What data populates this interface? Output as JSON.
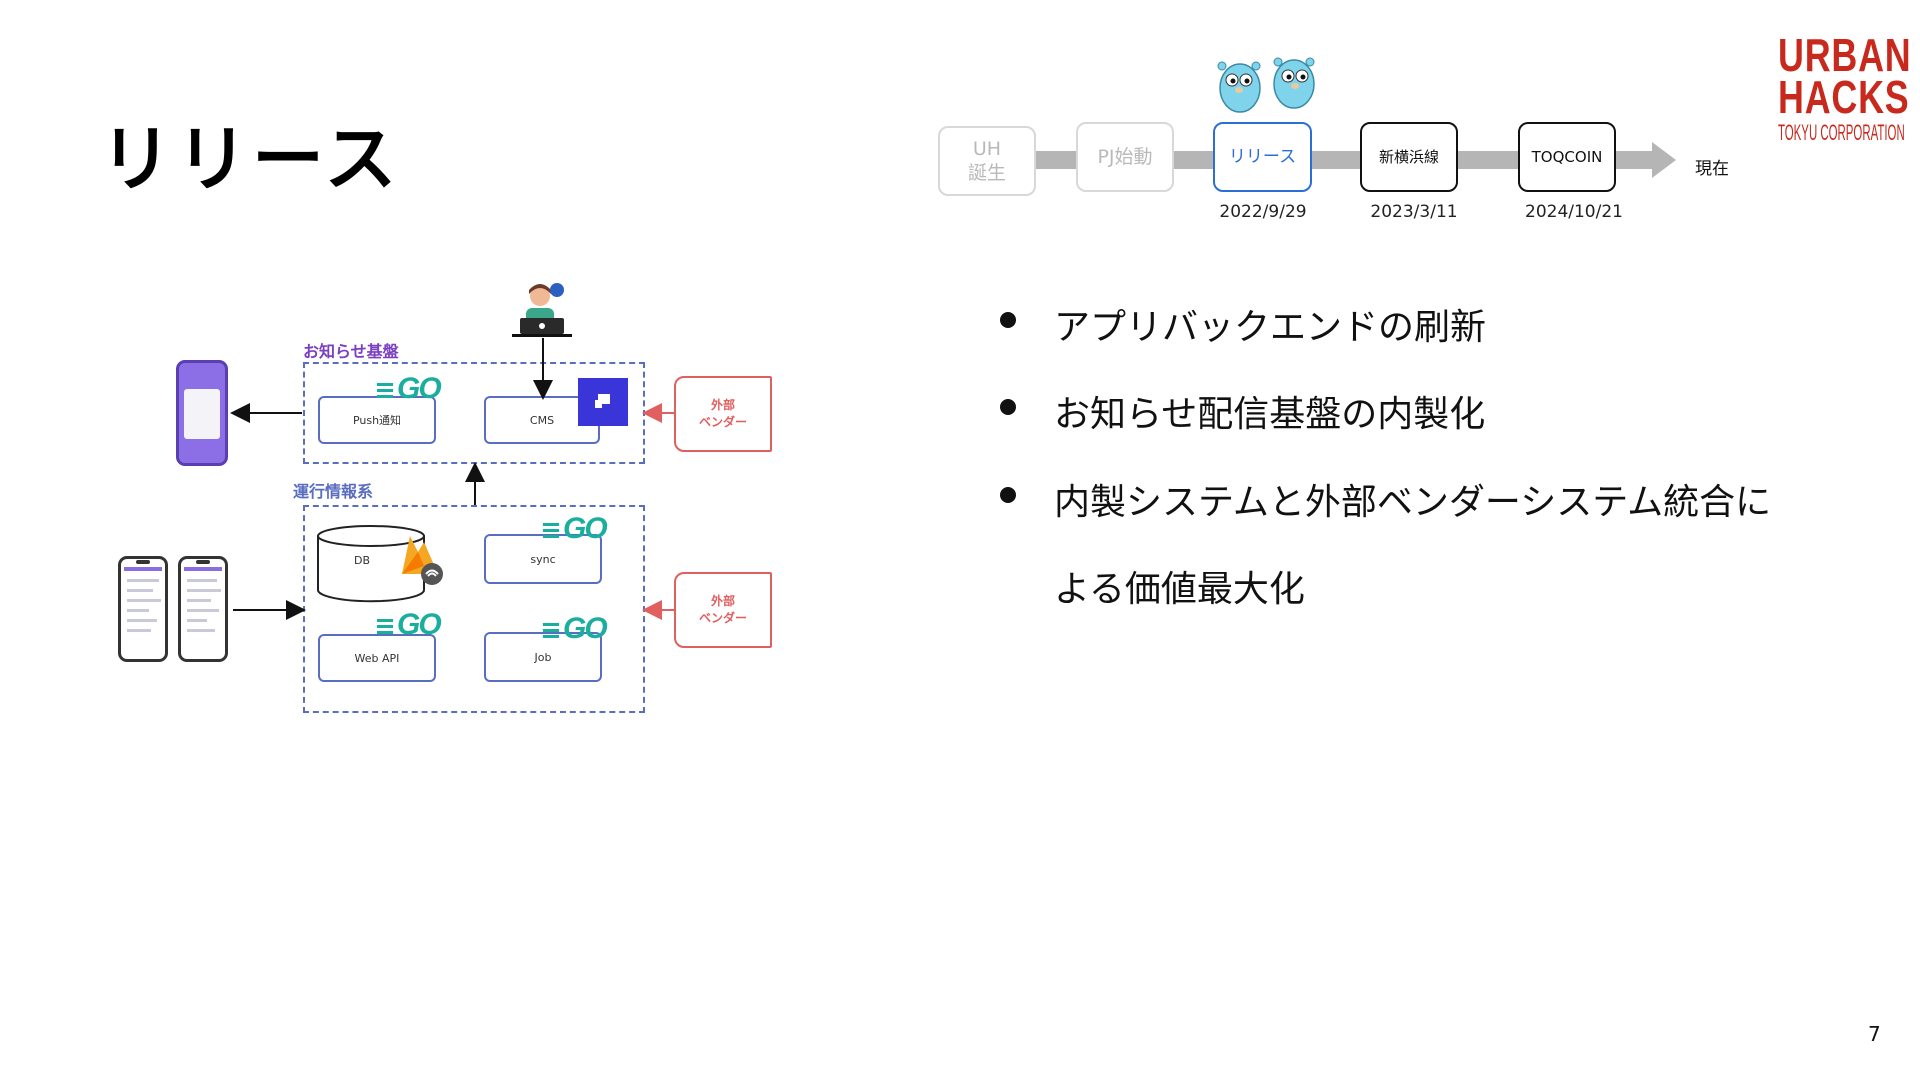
{
  "slide": {
    "title": "リリース",
    "page_number": "7"
  },
  "logo": {
    "line1": "URBAN",
    "line2": "HACKS",
    "line3": "TOKYU CORPORATION"
  },
  "timeline": {
    "milestones": [
      {
        "label": "UH\n誕生",
        "state": "past",
        "date": ""
      },
      {
        "label": "PJ始動",
        "state": "past",
        "date": ""
      },
      {
        "label": "リリース",
        "state": "current",
        "date": "2022/9/29"
      },
      {
        "label": "新横浜線",
        "state": "future",
        "date": "2023/3/11"
      },
      {
        "label": "TOQCOIN",
        "state": "future",
        "date": "2024/10/21"
      }
    ],
    "end_label": "現在",
    "mascot_icon": "gopher-mascot-icon"
  },
  "bullets": [
    "アプリバックエンドの刷新",
    "お知らせ配信基盤の内製化",
    "内製システムと外部ベンダーシステム統合に",
    "よる価値最大化"
  ],
  "diagram": {
    "group_notice": "お知らせ基盤",
    "group_ops": "運行情報系",
    "services": {
      "push": "Push通知",
      "cms": "CMS",
      "db": "DB",
      "sync": "sync",
      "webapi": "Web API",
      "job": "Job"
    },
    "go_label": "GO",
    "vendor_label_1": "外部\nベンダー",
    "vendor_label_2": "外部\nベンダー"
  },
  "colors": {
    "accent_blue": "#2b6fd6",
    "logo_red": "#c8291d",
    "diagram_blue": "#5a6ec0",
    "vendor_red": "#e06060",
    "go_teal": "#1aae9f"
  }
}
